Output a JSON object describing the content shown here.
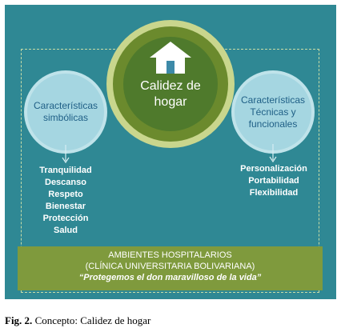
{
  "center": {
    "title": "Calidez de hogar"
  },
  "left": {
    "circle_label": "Características simbólicas",
    "items": [
      "Tranquilidad",
      "Descanso",
      "Respeto",
      "Bienestar",
      "Protección",
      "Salud"
    ]
  },
  "right": {
    "circle_label": "Características Técnicas y funcionales",
    "items": [
      "Personalización",
      "Portabilidad",
      "Flexibilidad"
    ]
  },
  "band": {
    "line1": "AMBIENTES HOSPITALARIOS",
    "line2": "(CLÍNICA UNIVERSITARIA BOLIVARIANA)",
    "slogan": "“Protegemos el don maravilloso de la vida”"
  },
  "caption": {
    "label": "Fig. 2.",
    "text": " Concepto: Calidez de hogar"
  },
  "colors": {
    "background": "#2f8894",
    "center_ring_light": "#c9d68d",
    "center_ring_dark": "#6b8a2d",
    "center_core": "#4f7a2c",
    "side_circle": "#a5d6e1",
    "band": "#7f9a3d"
  }
}
